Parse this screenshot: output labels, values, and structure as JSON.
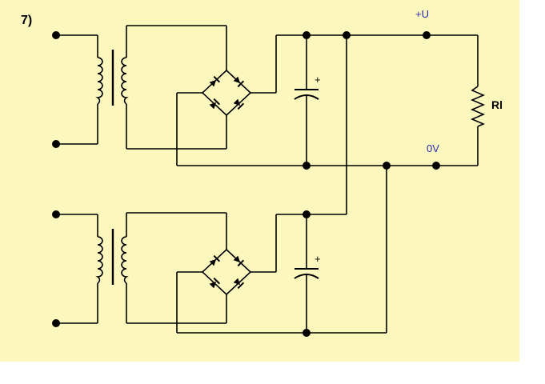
{
  "figure": {
    "number": "7)"
  },
  "labels": {
    "positive_rail": "+U",
    "ground_rail": "0V",
    "load_resistor": "Rl",
    "capacitor_polarity": "+"
  },
  "colors": {
    "background": "#fbf7bd",
    "wire": "#000000",
    "rail_label": "#2b2bb0"
  },
  "stages": [
    {
      "name": "upper",
      "components": [
        "transformer",
        "bridge-rectifier",
        "electrolytic-capacitor"
      ]
    },
    {
      "name": "lower",
      "components": [
        "transformer",
        "bridge-rectifier",
        "electrolytic-capacitor"
      ]
    }
  ]
}
